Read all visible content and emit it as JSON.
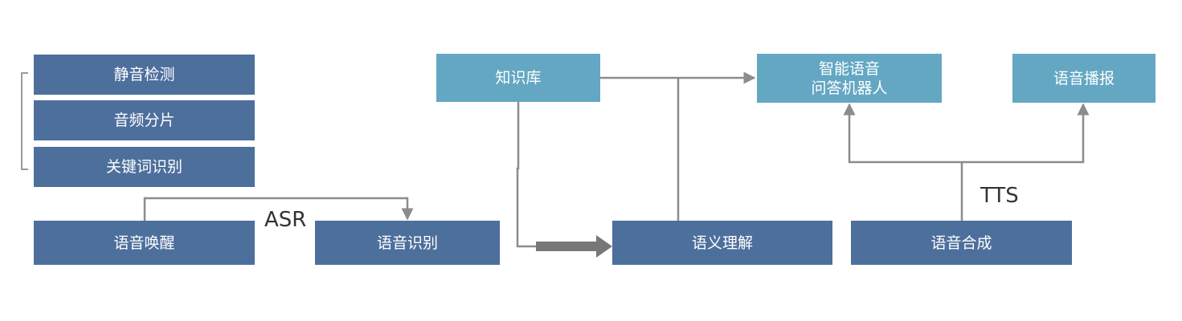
{
  "colors": {
    "dark_box": "#4d6f9c",
    "light_box": "#64a7c3",
    "connector": "#8c8c8c",
    "thick_arrow": "#777777",
    "label_text": "#333333"
  },
  "nodes": {
    "silence_detection": "静音检测",
    "audio_slicing": "音频分片",
    "keyword_recognition": "关键词识别",
    "voice_wakeup": "语音唤醒",
    "speech_recognition": "语音识别",
    "knowledge_base": "知识库",
    "semantic_understanding": "语义理解",
    "qa_robot": "智能语音\n问答机器人",
    "speech_synthesis": "语音合成",
    "voice_broadcast": "语音播报"
  },
  "labels": {
    "asr": "ASR",
    "tts": "TTS"
  }
}
